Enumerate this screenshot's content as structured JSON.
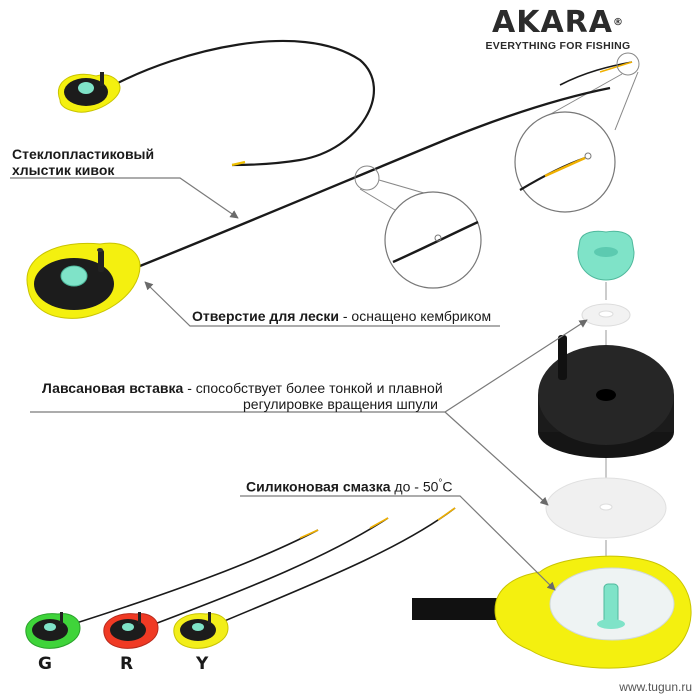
{
  "brand": {
    "name": "AKARA",
    "registered_mark": "®",
    "tagline": "EVERYTHING FOR FISHING"
  },
  "labels": {
    "tip": [
      "Стеклопластиковый",
      "хлыстик кивок"
    ],
    "hole_title": "Отверстие для лески",
    "hole_desc": " - оснащено кембриком",
    "insert_title": "Лавсановая вставка",
    "insert_desc_1": " - способствует более тонкой и плавной",
    "insert_desc_2": "регулировке вращения шпули",
    "grease_title": "Силиконовая смазка",
    "grease_desc": " до - 50",
    "grease_degree": "°",
    "grease_unit": "С"
  },
  "variants": [
    {
      "letter": "G",
      "color": "#3fd43a"
    },
    {
      "letter": "R",
      "color": "#f03a24"
    },
    {
      "letter": "Y",
      "color": "#f2ee1a"
    }
  ],
  "colors": {
    "handle_yellow": "#f4f00f",
    "spool_black": "#1b1b1b",
    "knob_green": "#7fe3c8",
    "leader_line": "#7a7a7a"
  },
  "watermark": "www.tugun.ru"
}
